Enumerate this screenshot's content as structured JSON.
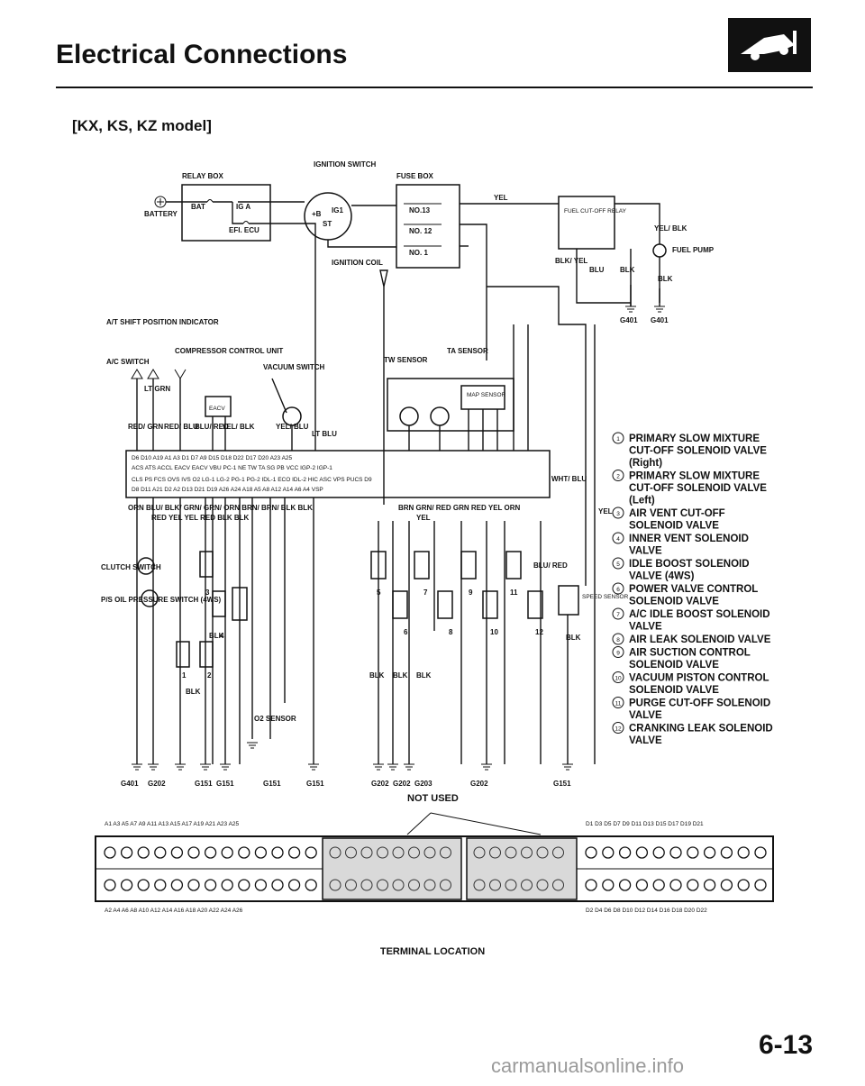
{
  "header": {
    "title": "Electrical Connections",
    "model": "[KX, KS, KZ model]",
    "logo_icon": "car-jack-icon"
  },
  "components": {
    "relay_box": "RELAY BOX",
    "ignition_switch": "IGNITION SWITCH",
    "fuse_box": "FUSE BOX",
    "battery": "BATTERY",
    "bat": "BAT",
    "ig_a": "IG A",
    "efi_ecu": "EFI. ECU",
    "plus_b": "+B",
    "ig1": "IG1",
    "st": "ST",
    "no13": "NO.13",
    "no12": "NO. 12",
    "no1": "NO. 1",
    "ignition_coil": "IGNITION COIL",
    "fuel_cutoff_relay": "FUEL CUT-OFF RELAY",
    "fuel_pump": "FUEL PUMP",
    "at_shift": "A/T SHIFT POSITION INDICATOR",
    "ac_switch": "A/C SWITCH",
    "compressor_control": "COMPRESSOR CONTROL UNIT",
    "vacuum_switch": "VACUUM SWITCH",
    "tw_sensor": "TW SENSOR",
    "ta_sensor": "TA SENSOR",
    "map_sensor": "MAP SENSOR",
    "eacv": "EACV",
    "clutch_switch": "CLUTCH SWITCH",
    "ps_switch": "P/S OIL PRESSURE SWITCH (4WS)",
    "o2_sensor": "O2 SENSOR",
    "speed_sensor": "SPEED SENSOR"
  },
  "wire_colors": {
    "yel": "YEL",
    "yel_blk": "YEL/ BLK",
    "blk_yel": "BLK/ YEL",
    "blu": "BLU",
    "blk": "BLK",
    "lt_grn": "LT GRN",
    "red_grn": "RED/ GRN",
    "red_blu": "RED/ BLU",
    "blu_red": "BLU/ RED",
    "yel_blk2": "YEL/ BLK",
    "yel_blu": "YEL/ BLU",
    "lt_blu": "LT BLU",
    "wht_blu": "WHT/ BLU",
    "bottom_row_left": "ORN BLU/ BLK/ GRN/ GRN/ ORN BRN/ BRN/ BLK BLK",
    "bottom_row_left2": "RED YEL YEL RED BLK BLK",
    "bottom_row_right": "BRN GRN/ RED GRN RED YEL ORN",
    "bottom_row_right2": "YEL",
    "blu_red2": "BLU/ RED",
    "wht_blu2": "WHT/ BLU"
  },
  "grounds": {
    "g401a": "G401",
    "g401b": "G401",
    "g401c": "G401",
    "g202a": "G202",
    "g151a": "G151",
    "g151b": "G151",
    "g151c": "G151",
    "g151d": "G151",
    "g202b": "G202",
    "g202c": "G202",
    "g203": "G203",
    "g202d": "G202",
    "g151e": "G151"
  },
  "legend": [
    {
      "num": "1",
      "text": "PRIMARY SLOW MIXTURE CUT-OFF SOLENOID VALVE (Right)"
    },
    {
      "num": "2",
      "text": "PRIMARY SLOW MIXTURE CUT-OFF SOLENOID VALVE (Left)"
    },
    {
      "num": "3",
      "text": "AIR VENT CUT-OFF SOLENOID VALVE"
    },
    {
      "num": "4",
      "text": "INNER VENT SOLENOID VALVE"
    },
    {
      "num": "5",
      "text": "IDLE BOOST SOLENOID VALVE (4WS)"
    },
    {
      "num": "6",
      "text": "POWER VALVE CONTROL SOLENOID VALVE"
    },
    {
      "num": "7",
      "text": "A/C IDLE BOOST SOLENOID VALVE"
    },
    {
      "num": "8",
      "text": "AIR LEAK SOLENOID VALVE"
    },
    {
      "num": "9",
      "text": "AIR SUCTION CONTROL SOLENOID VALVE"
    },
    {
      "num": "10",
      "text": "VACUUM PISTON CONTROL SOLENOID VALVE"
    },
    {
      "num": "11",
      "text": "PURGE CUT-OFF SOLENOID VALVE"
    },
    {
      "num": "12",
      "text": "CRANKING LEAK SOLENOID VALVE"
    }
  ],
  "terminal": {
    "title": "TERMINAL LOCATION",
    "not_used": "NOT USED",
    "top_left_pins": "A1 A3 A5 A7 A9 A11 A13 A15 A17 A19 A21 A23 A25",
    "bottom_left_pins": "A2 A4 A6 A8 A10 A12 A14 A16 A18 A20 A22 A24 A26",
    "top_right_pins": "D1 D3 D5 D7 D9 D11 D13 D15 D17 D19 D21",
    "bottom_right_pins": "D2 D4 D6 D8 D10 D12 D14 D16 D18 D20 D22",
    "left_row_count": 13,
    "right_row_count": 11
  },
  "ecu_pins": {
    "row1": "D6 D10 A19 A1 A3 D1 D7 A9 D15 D18 D22 D17 D20 A23 A25",
    "row2": "ACS ATS ACCL EACV EACV VBU PC-1 NE TW TA SG PB VCC IGP-2 IGP-1",
    "row3": "CLS PS FCS OVS IVS O2 LG-1 LG-2 PG-1 PG-2 IDL-1 ECO IDL-2 HIC ASC VPS PUCS D9",
    "row4": "D8 D11 A21 D2 A2 D13 D21 D19 A26 A24 A18 A5 A8 A12 A14 A6 A4 VSP"
  },
  "footer": {
    "page_number": "6-13",
    "watermark": "carmanualsonline.info"
  }
}
